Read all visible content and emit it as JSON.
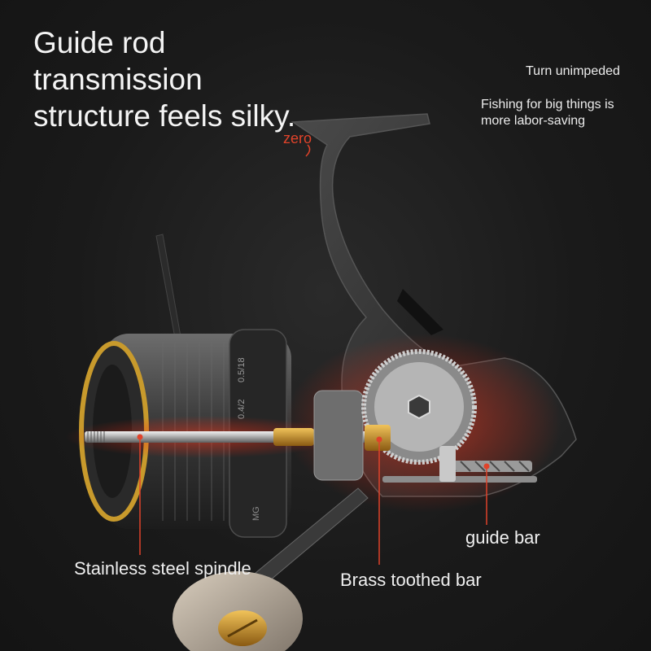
{
  "headline": "Guide rod transmission structure feels silky.",
  "zero_mark": "zero",
  "side_notes": {
    "turn": "Turn unimpeded",
    "fishing": "Fishing for big things is more labor-saving"
  },
  "reel_markings": {
    "spool_line_spec": "0.5/18",
    "spool_line_spec_2": "0.4/2",
    "spool_mark": "MG"
  },
  "callouts": {
    "spindle": "Stainless steel spindle",
    "brass": "Brass toothed bar",
    "guide": "guide bar"
  },
  "colors": {
    "background": "#1a1a1a",
    "callout_line": "#e0432a",
    "gold_accent": "#c89a2c",
    "glow": "#ff3b1e"
  }
}
